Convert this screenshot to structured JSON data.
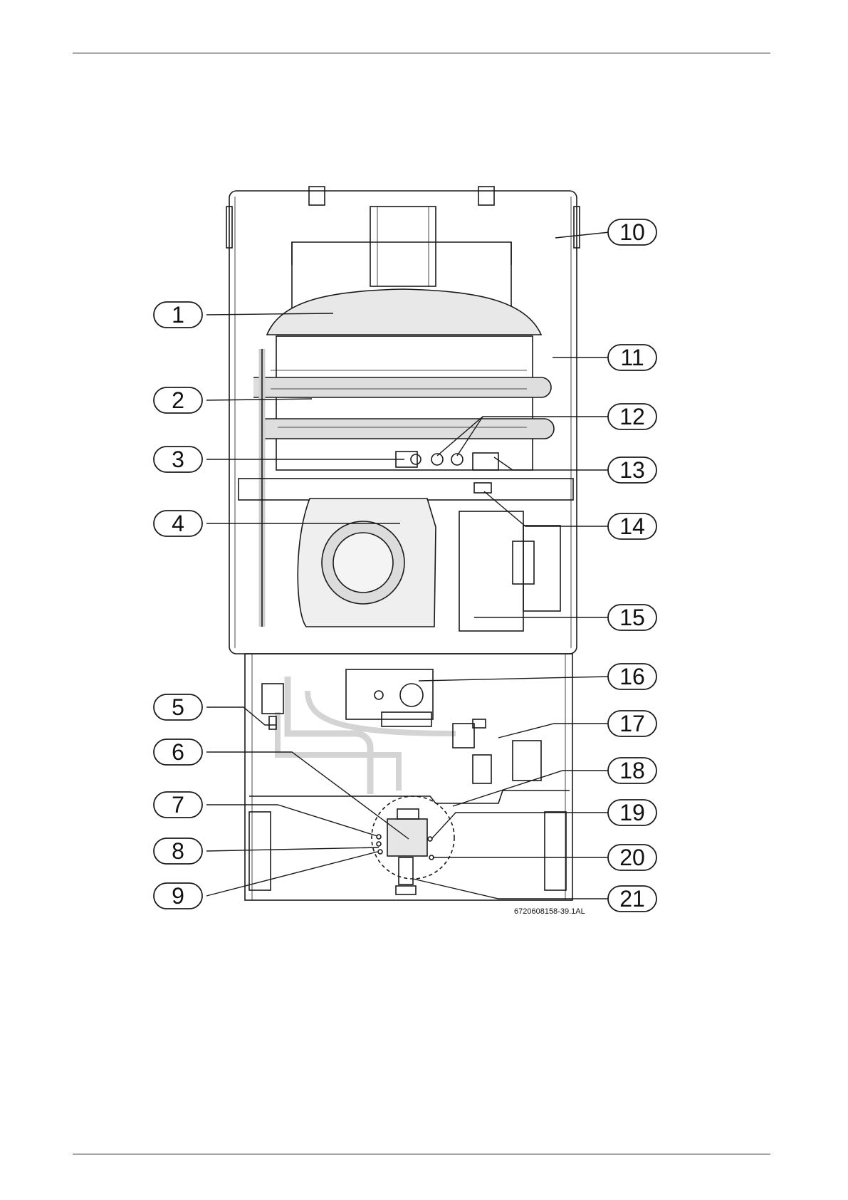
{
  "figure": {
    "doc_code": "6720608158-39.1AL",
    "callouts": [
      "1",
      "2",
      "3",
      "4",
      "5",
      "6",
      "7",
      "8",
      "9",
      "10",
      "11",
      "12",
      "13",
      "14",
      "15",
      "16",
      "17",
      "18",
      "19",
      "20",
      "21"
    ]
  }
}
